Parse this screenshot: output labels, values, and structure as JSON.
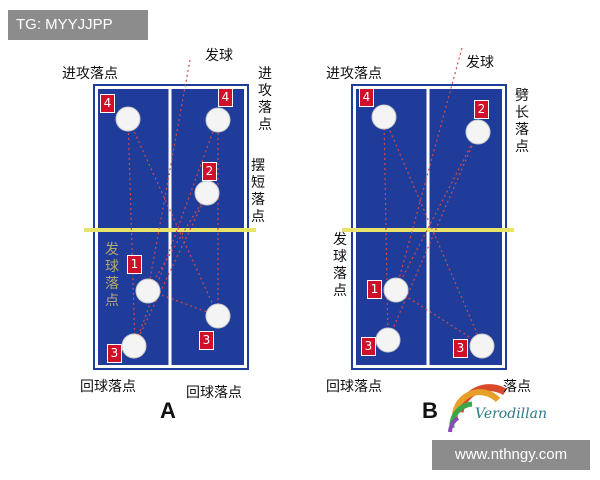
{
  "watermark_top": "TG: MYYJJPP",
  "watermark_bottom": "www.nthngy.com",
  "logo_text": "Verodillan",
  "colors": {
    "court": "#1f3c9a",
    "court_border": "#ffffff",
    "net": "#e8e46a",
    "badge": "#d0102a",
    "trajectory": "#d44848"
  },
  "diagram_a": {
    "letter": "A",
    "label_serve": "发球",
    "label_attack_tl": "进攻落点",
    "label_attack_tr": "进攻落点",
    "label_short": "摆短落点",
    "label_serve_point": "发球落点",
    "label_return_left": "回球落点",
    "label_return_right": "回球落点",
    "badges": [
      "4",
      "4",
      "2",
      "1",
      "3",
      "3"
    ]
  },
  "diagram_b": {
    "letter": "B",
    "label_serve": "发球",
    "label_attack": "进攻落点",
    "label_long": "劈长落点",
    "label_serve_point": "发球落点",
    "label_return_left": "回球落点",
    "label_return_right": "落点",
    "badges": [
      "4",
      "2",
      "1",
      "3",
      "3"
    ]
  }
}
